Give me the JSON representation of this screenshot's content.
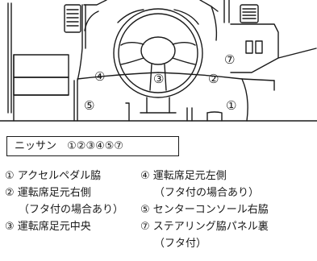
{
  "diagram": {
    "markers": [
      "①",
      "②",
      "③",
      "④",
      "⑤",
      "⑦"
    ]
  },
  "make": {
    "name": "ニッサン",
    "codes": "①②③④⑤⑦"
  },
  "legend": {
    "left": [
      "① アクセルペダル脇",
      "② 運転席足元右側",
      "（フタ付の場合あり）",
      "③ 運転席足元中央"
    ],
    "right": [
      "④ 運転席足元左側",
      "（フタ付の場合あり）",
      "⑤ センターコンソール右脇",
      "⑦ ステアリング脇パネル裏",
      "（フタ付）"
    ]
  }
}
